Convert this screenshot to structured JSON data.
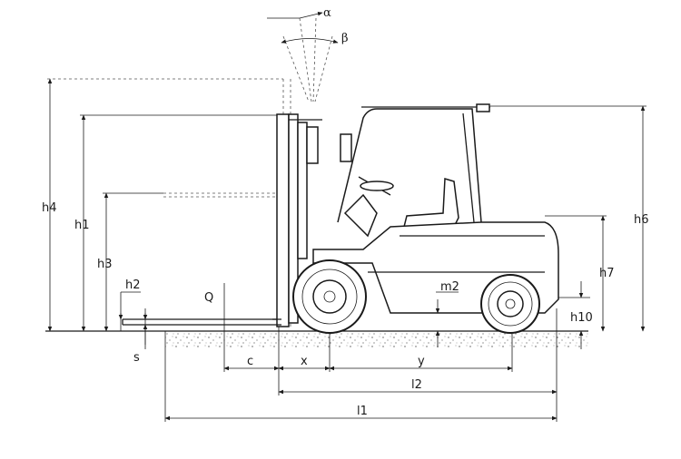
{
  "labels": {
    "alpha": "α",
    "beta": "β",
    "h4": "h4",
    "h1": "h1",
    "h3": "h3",
    "h2": "h2",
    "s": "s",
    "Q": "Q",
    "c": "c",
    "x": "x",
    "y": "y",
    "m2": "m2",
    "h10": "h10",
    "h7": "h7",
    "h6": "h6",
    "l2": "l2",
    "l1": "l1"
  }
}
